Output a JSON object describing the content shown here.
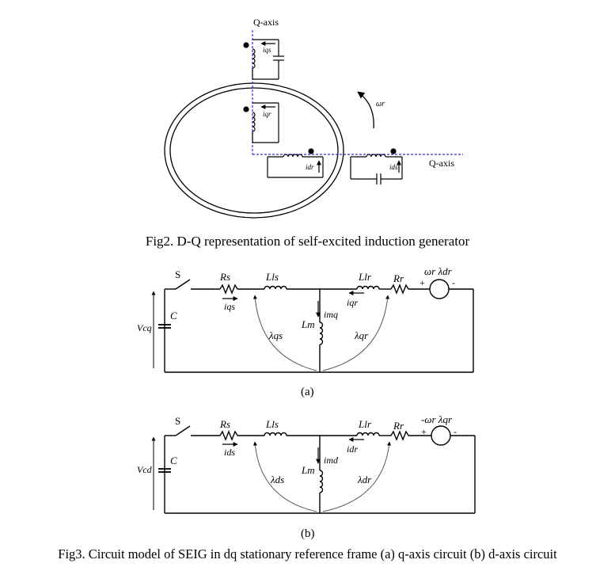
{
  "fig2": {
    "axis_vertical_label": "Q-axis",
    "axis_horizontal_label": "Q-axis",
    "omega_r": "ωr",
    "i_qs": "iqs",
    "i_qr": "iqr",
    "i_dr": "idr",
    "i_ds": "ids",
    "caption": "Fig2. D-Q representation of self-excited induction generator"
  },
  "fig3a": {
    "switch": "S",
    "Rs": "Rs",
    "Lls": "Lls",
    "Llr": "Llr",
    "Rr": "Rr",
    "source": "ωr λdr",
    "i_s": "iqs",
    "i_r": "iqr",
    "i_m": "imq",
    "Lm": "Lm",
    "lambda_s": "λqs",
    "lambda_r": "λqr",
    "V": "Vcq",
    "C": "C",
    "plus": "+",
    "minus": "-",
    "sub_caption": "(a)"
  },
  "fig3b": {
    "switch": "S",
    "Rs": "Rs",
    "Lls": "Lls",
    "Llr": "Llr",
    "Rr": "Rr",
    "source": "-ωr λqr",
    "i_s": "ids",
    "i_r": "idr",
    "i_m": "imd",
    "Lm": "Lm",
    "lambda_s": "λds",
    "lambda_r": "λdr",
    "V": "Vcd",
    "C": "C",
    "plus": "+",
    "minus": "-",
    "sub_caption": "(b)"
  },
  "fig3_caption": "Fig3. Circuit model of SEIG in dq stationary reference frame (a) q-axis circuit (b) d-axis circuit"
}
